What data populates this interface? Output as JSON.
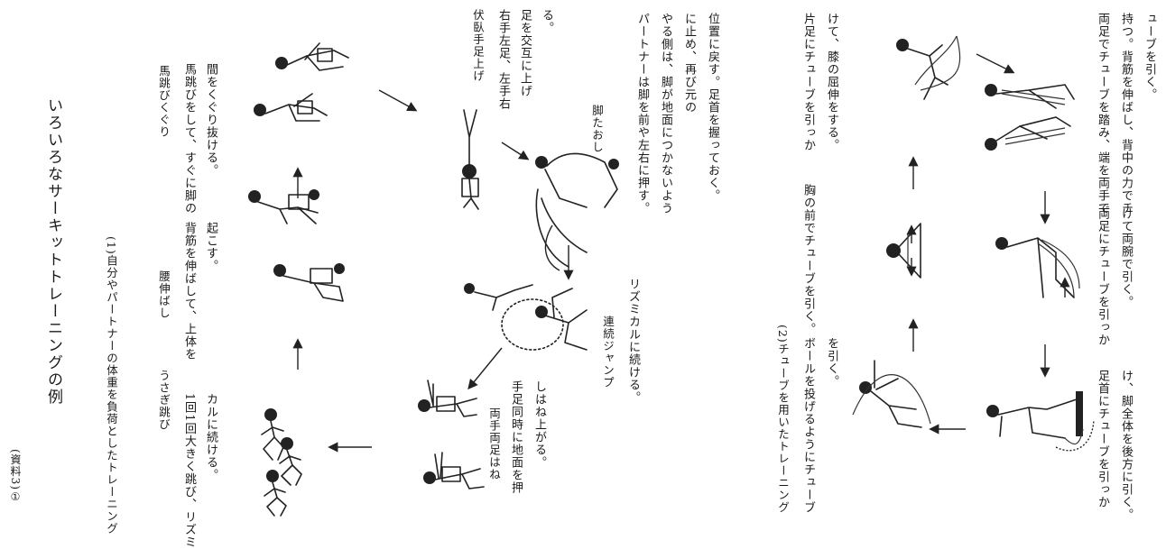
{
  "header": {
    "doc_label": "(資料3)①",
    "title": "いろいろなサーキットトレーニングの例"
  },
  "section1": {
    "heading": "(1)自分やパートナーの体重を負荷としたトレーニング",
    "exercises": [
      {
        "name": "うさぎ跳び",
        "desc": [
          "1回1回大きく跳び、リズミ",
          "カルに続ける。"
        ]
      },
      {
        "name": "腰伸ばし",
        "desc": [
          "背筋を伸ばして、上体を",
          "起こす。"
        ]
      },
      {
        "name": "馬跳びくぐり",
        "desc": [
          "馬跳びをして、すぐに脚の",
          "間をくぐり抜ける。"
        ]
      },
      {
        "name": "伏臥手足上げ",
        "desc": [
          "右手左足、左手右",
          "足を交互に上げ",
          "る。"
        ]
      },
      {
        "name": "脚たおし",
        "desc": [
          "パートナーは脚を前や左右に押す。",
          "やる側は、脚が地面につかないよう",
          "に止め、再び元の",
          "位置に戻す。足首を握っておく。"
        ]
      },
      {
        "name": "連続ジャンプ",
        "desc": [
          "リズミカルに続ける。"
        ]
      },
      {
        "name": "両手両足はね",
        "desc": [
          "手足同時に地面を押",
          "しはね上がる。"
        ]
      }
    ]
  },
  "section2": {
    "heading": "(2)チューブを用いたトレーニング",
    "exercises": [
      {
        "desc": [
          "ボールを投げるようにチューブ",
          "を引く。"
        ]
      },
      {
        "desc": [
          "胸の前でチューブを引く。"
        ]
      },
      {
        "desc": [
          "片足にチューブを引っか",
          "けて、膝の屈伸をする。"
        ]
      },
      {
        "desc": [
          "両足でチューブを踏み、端を両手で",
          "持つ。背筋を伸ばし、背中の力でチ",
          "ューブを引く。"
        ]
      },
      {
        "desc": [
          "両足にチューブを引っか",
          "けて両腕で引く。"
        ]
      },
      {
        "desc": [
          "足首にチューブを引っか",
          "け、脚全体を後方に引く。"
        ]
      }
    ]
  }
}
